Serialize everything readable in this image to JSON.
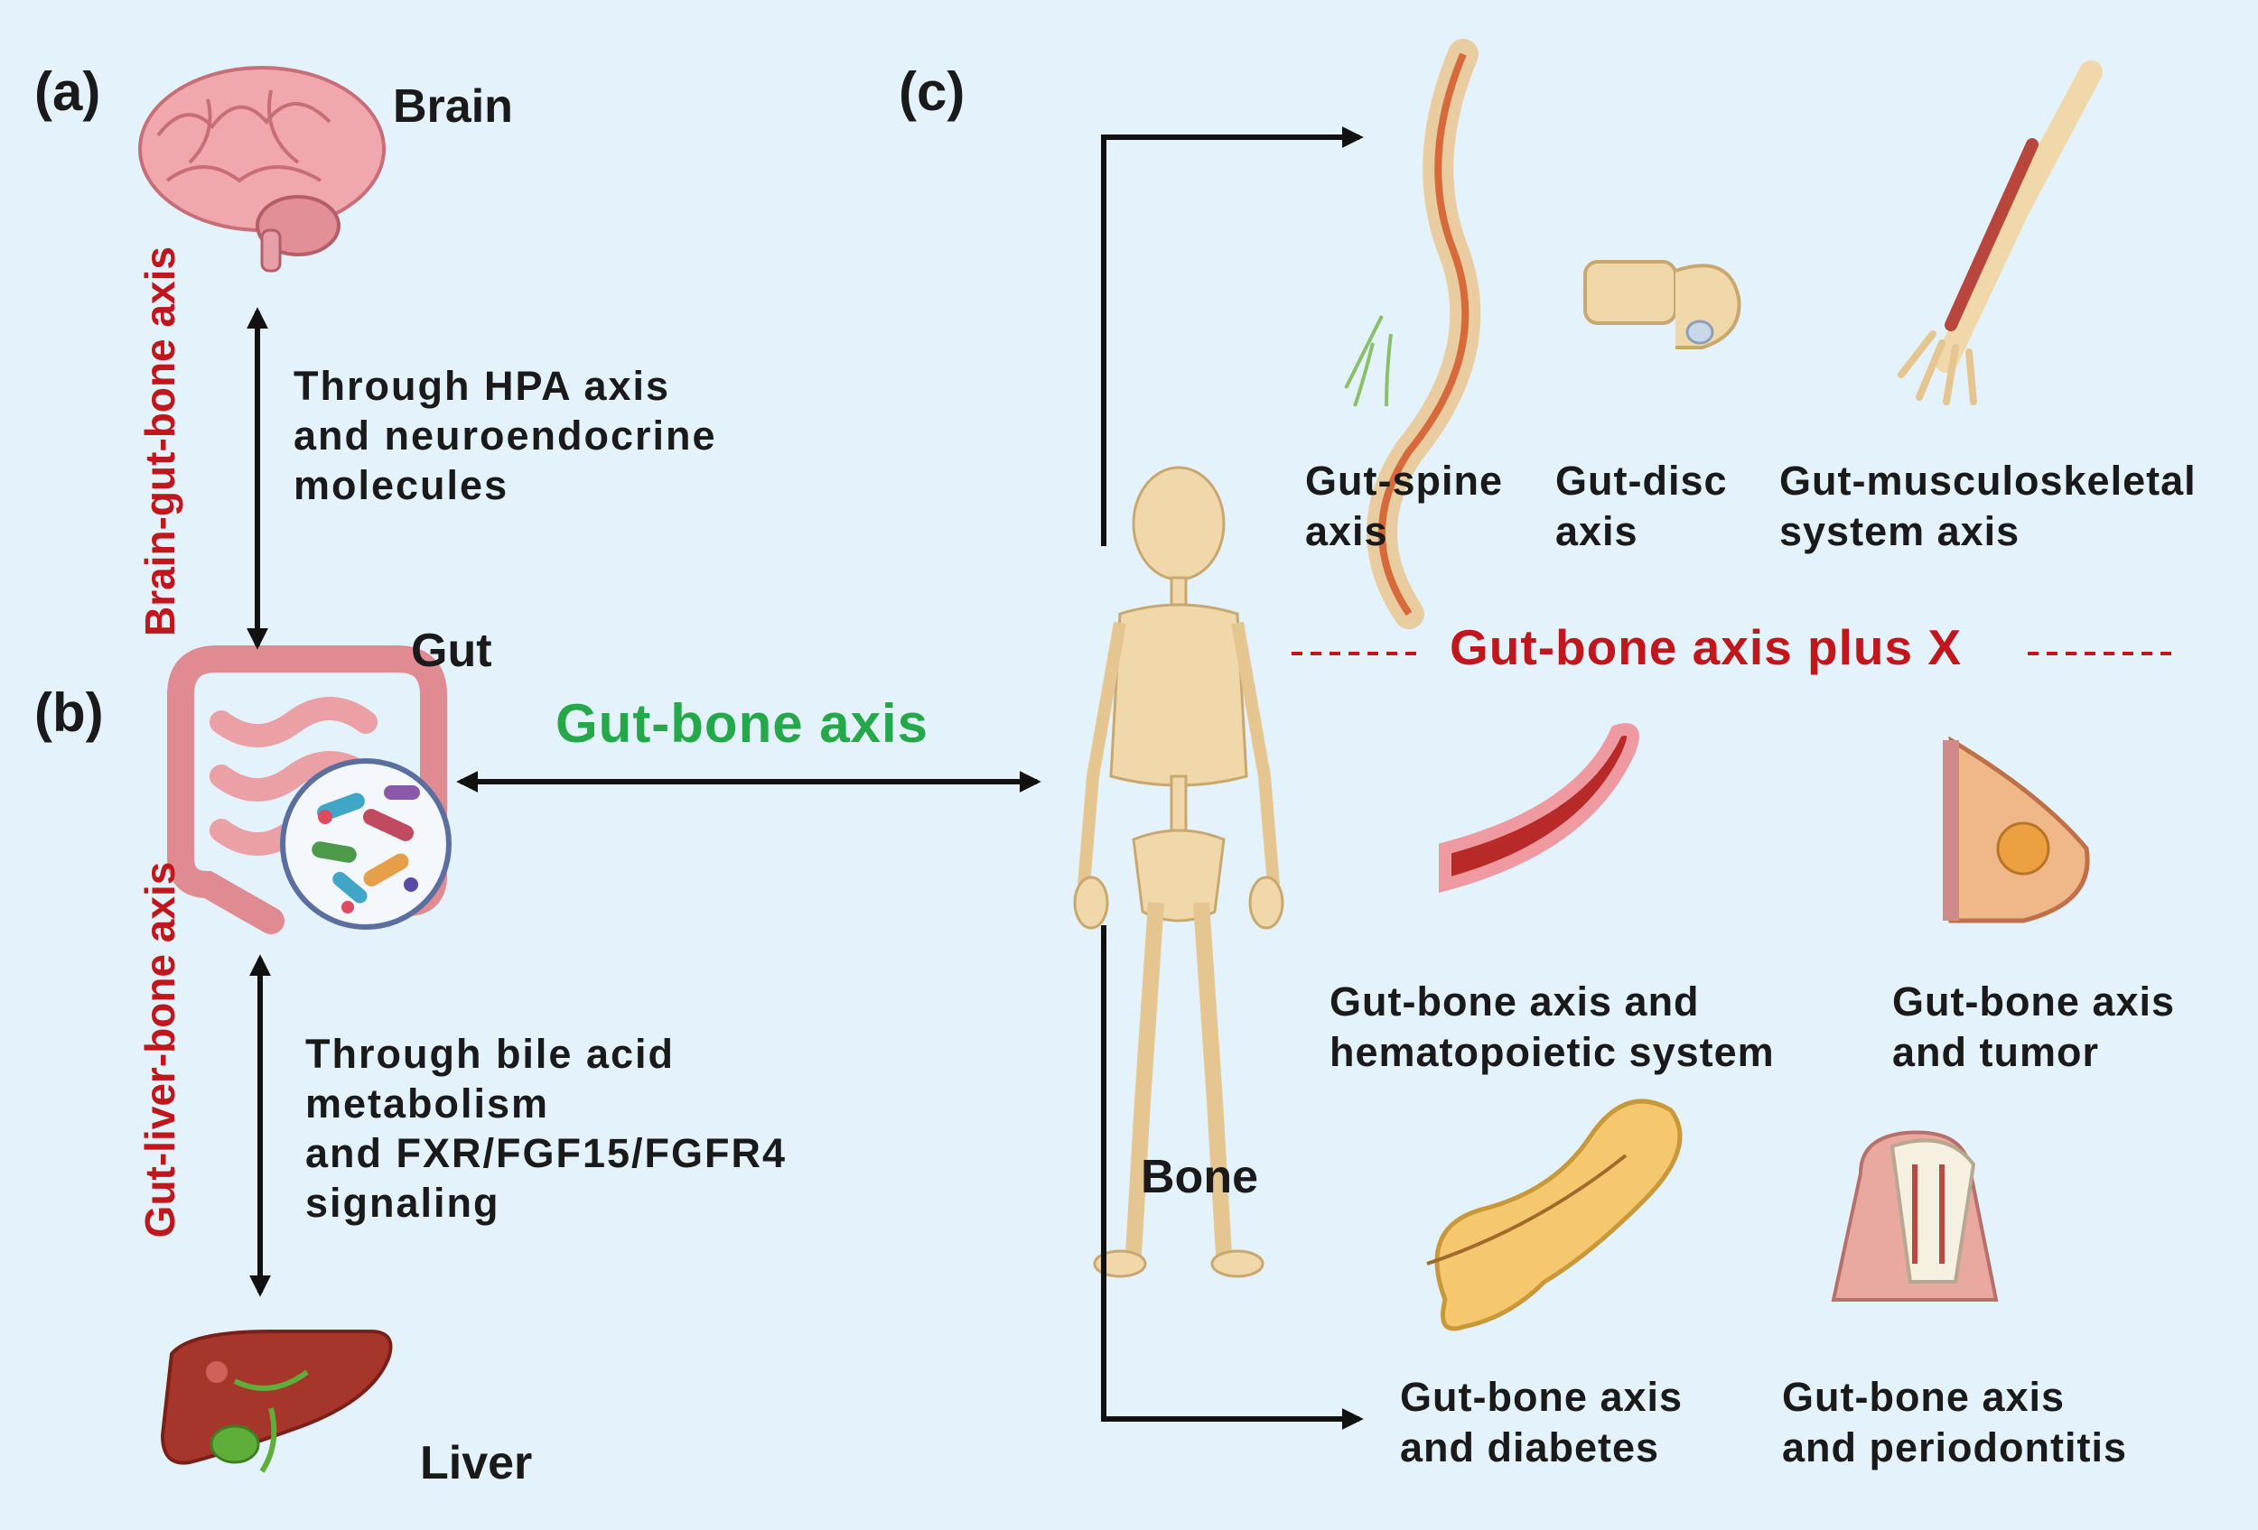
{
  "panels": {
    "a": "(a)",
    "b": "(b)",
    "c": "(c)"
  },
  "organs": {
    "brain": "Brain",
    "gut": "Gut",
    "liver": "Liver",
    "bone": "Bone"
  },
  "axes_vertical": {
    "brain_gut_bone": "Brain-gut-bone axis",
    "gut_liver_bone": "Gut-liver-bone axis"
  },
  "mechanisms": {
    "hpa": [
      "Through HPA axis",
      "and neuroendocrine",
      "molecules"
    ],
    "bile": [
      "Through bile acid",
      "metabolism",
      "and FXR/FGF15/FGFR4",
      "signaling"
    ]
  },
  "center": {
    "gut_bone_axis": "Gut-bone axis",
    "plus_x": "Gut-bone axis plus X"
  },
  "sub_axes": {
    "spine": [
      "Gut-spine",
      "axis"
    ],
    "disc": [
      "Gut-disc",
      "axis"
    ],
    "musculoskeletal": [
      "Gut-musculoskeletal",
      "system axis"
    ],
    "hematopoietic": [
      "Gut-bone axis and",
      "hematopoietic system"
    ],
    "tumor": [
      "Gut-bone axis",
      "and tumor"
    ],
    "diabetes": [
      "Gut-bone axis",
      "and diabetes"
    ],
    "periodontitis": [
      "Gut-bone axis",
      "and periodontitis"
    ]
  },
  "colors": {
    "background": "#e4f3fb",
    "red_label": "#c0161c",
    "green_label": "#25a84a",
    "text": "#1a1a1a"
  },
  "icons": [
    "brain-icon",
    "intestine-icon",
    "microbiota-icon",
    "liver-icon",
    "skeleton-icon",
    "spine-icon",
    "disc-icon",
    "arm-bone-icon",
    "blood-vessel-icon",
    "breast-tumor-icon",
    "pancreas-icon",
    "tooth-icon"
  ]
}
